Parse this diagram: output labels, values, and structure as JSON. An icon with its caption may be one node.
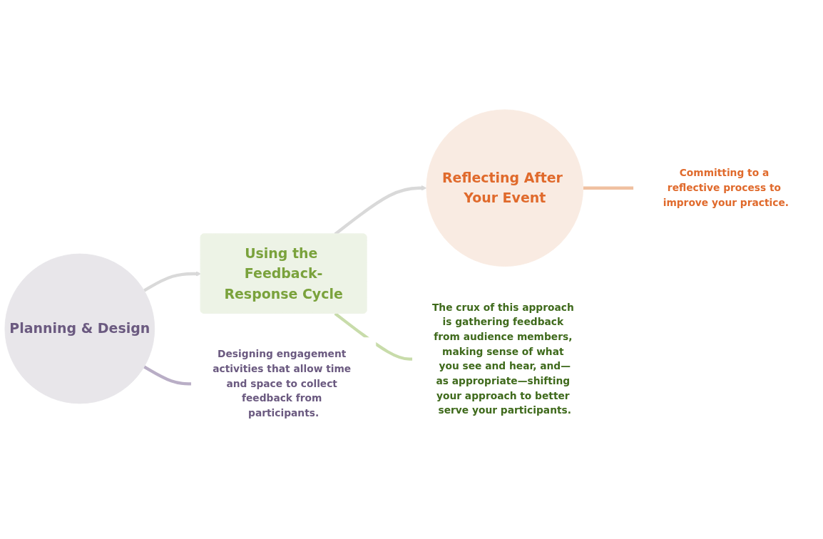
{
  "diagram": {
    "nodes": [
      {
        "text": [
          "Planning & Design"
        ]
      },
      {
        "text": [
          "Using the Feedback-Response Cycle"
        ]
      },
      {
        "text": [
          "Reflecting After Your Event"
        ]
      },
      {
        "text": [
          "Designing engagement activities that allow time and space to collect feedback from participants."
        ]
      },
      {
        "text": [
          "The crux of this approach is gathering feedback from audience members, making sense of what you see and hear, and—as appropriate—shifting your approach to better serve your participants."
        ]
      },
      {
        "text": [
          "Committing to a reflective process to improve your practice."
        ]
      }
    ],
    "edges": [
      {
        "from": 0,
        "to": 1,
        "arrow": "to"
      },
      {
        "from": 1,
        "to": 2,
        "arrow": "to"
      },
      {
        "from": 0,
        "to": 3,
        "arrow": "none",
        "color": "#b9aec6"
      },
      {
        "from": 1,
        "to": 4,
        "arrow": "none",
        "color": "#c8dcaa"
      },
      {
        "from": 2,
        "to": 5,
        "arrow": "none",
        "color": "#f0c0a0"
      }
    ]
  }
}
